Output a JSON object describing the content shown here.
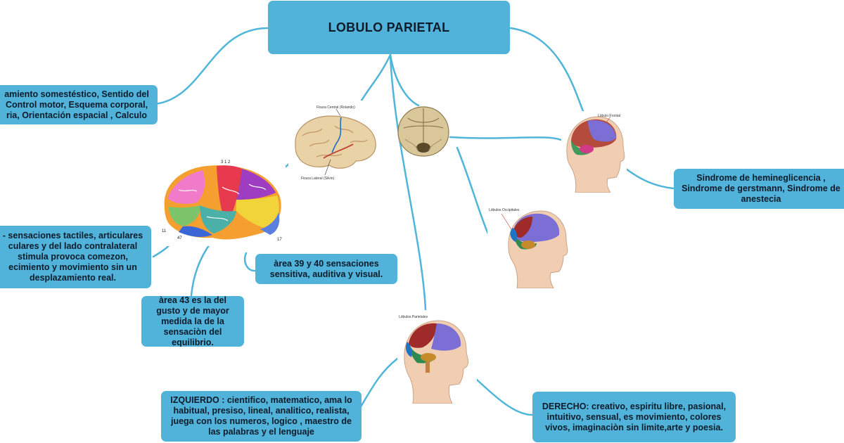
{
  "title": "LOBULO PARIETAL",
  "nodes": {
    "functions": "amiento somestéstico, Sentido del Control motor, Esquema corporal, ria, Orientación espacial , Calculo",
    "syndromes": "Sindrome de hemineglicencia , Sindrome de gerstmann, Sindrome de anestecia",
    "sensations": "- sensaciones tactiles, articulares culares y del lado contralateral stimula provoca comezon, ecimiento y movimiento sin un desplazamiento real.",
    "area_39_40": "àrea 39 y 40 sensaciones sensitiva, auditiva y visual.",
    "area_43": "àrea 43 es la del gusto y de mayor medida la de la sensaciòn del equilibrio.",
    "left_hemisphere": "IZQUIERDO : cientifico, matematico, ama lo habitual, presiso, lineal, analitico, realista, juega con los numeros, logico , maestro de las palabras y el lenguaje",
    "right_hemisphere": "DERECHO: creativo, espiritu libre, pasional, intuitivo, sensual, es movimiento, colores vivos, imaginaciòn sin limite,arte y poesia."
  },
  "image_labels": {
    "central_fissure": "Fisura Central (Rolando)",
    "lateral_fissure": "Fisura Lateral (Silvio)",
    "frontal_lobe_label": "Lóbulo Frontal",
    "occipital_lobe_label": "Lóbulos Occipitales",
    "parietal_lobe_label": "Lóbulos Parietales",
    "brodmann_top": "3 1 2",
    "brodmann_11": "11",
    "brodmann_47": "47",
    "brodmann_17": "17"
  },
  "colors": {
    "node_fill": "#52b3da",
    "connector": "#4fb5d9",
    "text": "#0d1b2a"
  }
}
